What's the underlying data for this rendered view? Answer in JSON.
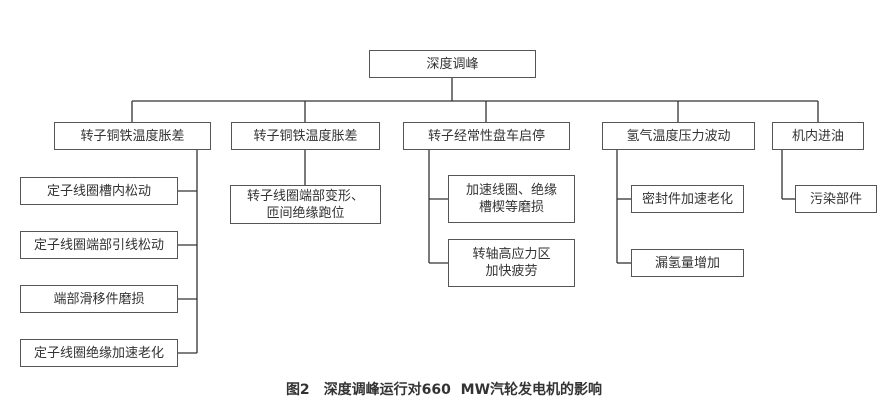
{
  "root": "深度调峰",
  "branches": [
    {
      "label": "转子铜铁温度胀差",
      "children": [
        "定子线圈槽内松动",
        "定子线圈端部引线松动",
        "端部滑移件磨损",
        "定子线圈绝缘加速老化"
      ]
    },
    {
      "label": "转子铜铁温度胀差",
      "children": [
        "转子线圈端部变形、\n匝间绝缘跑位"
      ]
    },
    {
      "label": "转子经常性盘车启停",
      "children": [
        "加速线圈、绝缘\n槽楔等磨损",
        "转轴高应力区\n加快疲劳"
      ]
    },
    {
      "label": "氢气温度压力波动",
      "children": [
        "密封件加速老化",
        "漏氢量增加"
      ]
    },
    {
      "label": "机内进油",
      "children": [
        "污染部件"
      ]
    }
  ],
  "caption": {
    "figure": "图2",
    "title": "深度调峰运行对660  MW汽轮发电机的影响"
  }
}
